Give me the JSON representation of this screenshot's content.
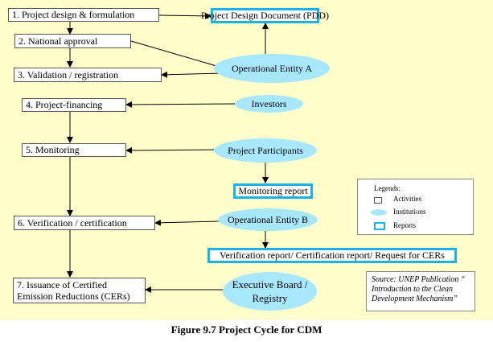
{
  "activities": [
    {
      "id": "a1",
      "label": "1. Project design & formulation"
    },
    {
      "id": "a2",
      "label": "2. National approval"
    },
    {
      "id": "a3",
      "label": "3. Validation / registration"
    },
    {
      "id": "a4",
      "label": "4. Project-financing"
    },
    {
      "id": "a5",
      "label": "5. Monitoring"
    },
    {
      "id": "a6",
      "label": "6. Verification / certification"
    },
    {
      "id": "a7",
      "lines": [
        "7. Issuance of Certified",
        "Emission Reductions (CERs)"
      ]
    }
  ],
  "institutions": [
    {
      "id": "i1",
      "label": "Operational Entity A"
    },
    {
      "id": "i2",
      "label": "Investors"
    },
    {
      "id": "i3",
      "label": "Project Participants"
    },
    {
      "id": "i4",
      "label": "Operational Entity B"
    },
    {
      "id": "i5",
      "lines": [
        "Executive Board /",
        "Registry"
      ]
    }
  ],
  "reports": [
    {
      "id": "r1",
      "label": "Project Design Document (PDD)"
    },
    {
      "id": "r2",
      "label": "Monitoring report"
    },
    {
      "id": "r3",
      "label": "Verification report/ Certification report/ Request for CERs"
    }
  ],
  "legend": {
    "title": "Legends:",
    "items": [
      {
        "kind": "activity",
        "label": "Activities"
      },
      {
        "kind": "institution",
        "label": "Institutions"
      },
      {
        "kind": "report",
        "label": "Reports"
      }
    ]
  },
  "source": {
    "lines": [
      "Source: UNEP Publication “",
      "Introduction to the Clean",
      "Development Mechanism”"
    ]
  },
  "caption": "Figure 9.7 Project Cycle for CDM",
  "colors": {
    "background": "#ffffcc",
    "institution_fill": "#a8e8ff",
    "report_border": "#19b3e6",
    "activity_border": "#555555"
  }
}
